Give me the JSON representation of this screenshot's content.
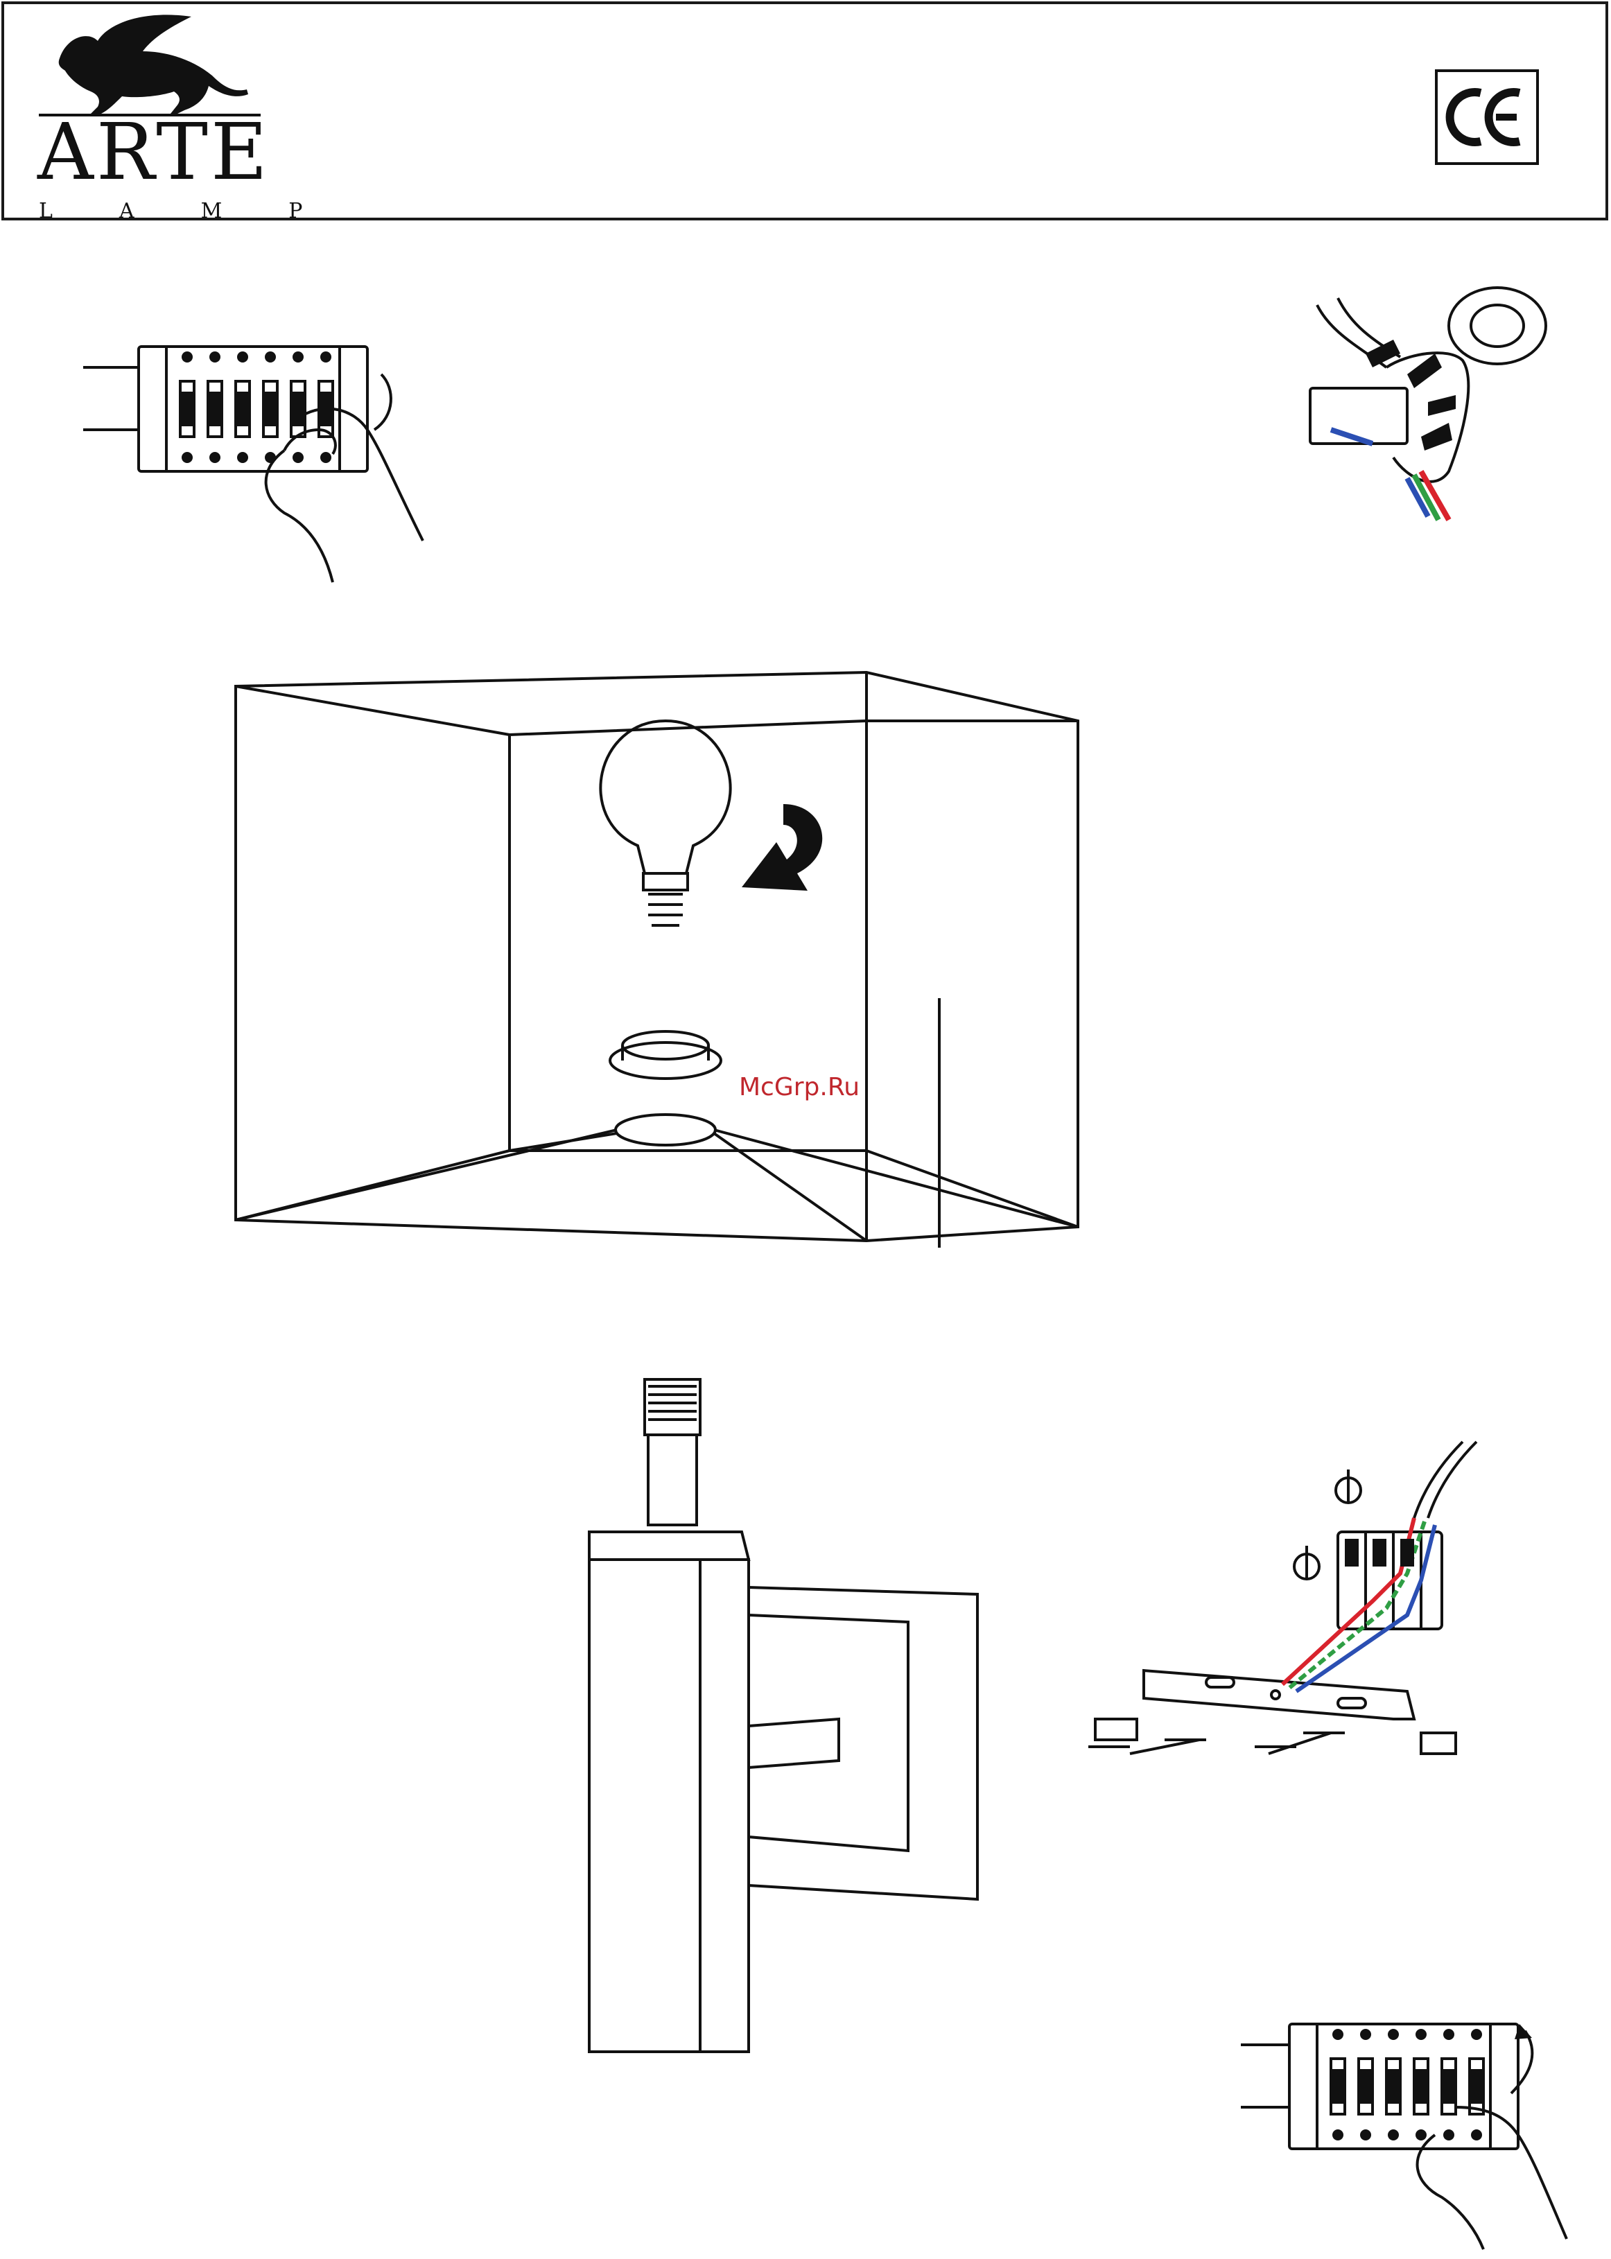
{
  "header": {
    "brand_name": "ARTE",
    "brand_sub": "LAMP",
    "certification": "CE"
  },
  "watermark": "McGrp.Ru",
  "colors": {
    "line": "#1a1a1a",
    "watermark": "#c0272d",
    "wire_red": "#d9232d",
    "wire_green": "#2f9e44",
    "wire_blue": "#2b4fb3"
  },
  "figures": [
    {
      "icon": "switch-off-hand-icon"
    },
    {
      "icon": "insulation-tape-icon"
    },
    {
      "icon": "lampshade-bulb-install-icon"
    },
    {
      "icon": "wall-lamp-body-icon"
    },
    {
      "icon": "mounting-bracket-wiring-icon"
    },
    {
      "icon": "switch-on-hand-icon"
    }
  ]
}
